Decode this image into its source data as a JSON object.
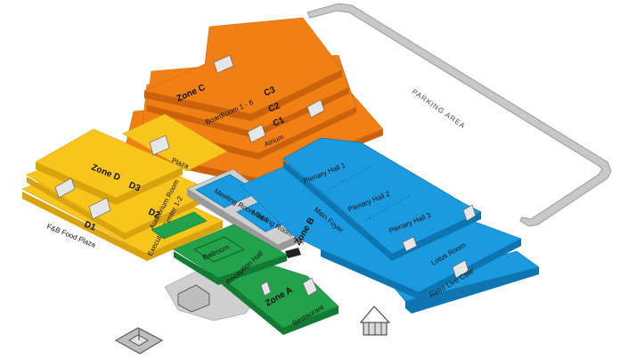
{
  "map": {
    "parking_label": "PARKING AREA",
    "colors": {
      "orange": "#f07f14",
      "orange_dark": "#c9620a",
      "yellow": "#f8c51c",
      "yellow_dark": "#d9a30d",
      "blue": "#1a9be0",
      "blue_dark": "#0d75b0",
      "green": "#22a24b",
      "green_dark": "#127a33",
      "grey": "#cfcfcf",
      "grey_dark": "#9a9a9a"
    },
    "zones": {
      "c": {
        "name": "Zone C",
        "rooms": [
          "Boardroom 1 - 6",
          "C3",
          "C2",
          "C1",
          "Atrium"
        ]
      },
      "d": {
        "name": "Zone D",
        "rooms": [
          "Plaza",
          "D3",
          "D2",
          "D1",
          "F&B Food Plaza"
        ]
      },
      "b": {
        "name": "Zone B",
        "rooms": [
          "Plenary Hall 1",
          "Plenary Hall 2",
          "Plenary Hall 3",
          "Main Foyer",
          "Lotus Room",
          "Retro Live Cafe'",
          "Meeting Room 3&4",
          "Meeting Room 1&2"
        ]
      },
      "a": {
        "name": "Zone A",
        "rooms": [
          "Ballroom",
          "Reception Hall",
          "Restaurant"
        ]
      },
      "other": {
        "auditorium": "Auditorium Room",
        "executive": "Executive Center 1-2"
      }
    }
  }
}
